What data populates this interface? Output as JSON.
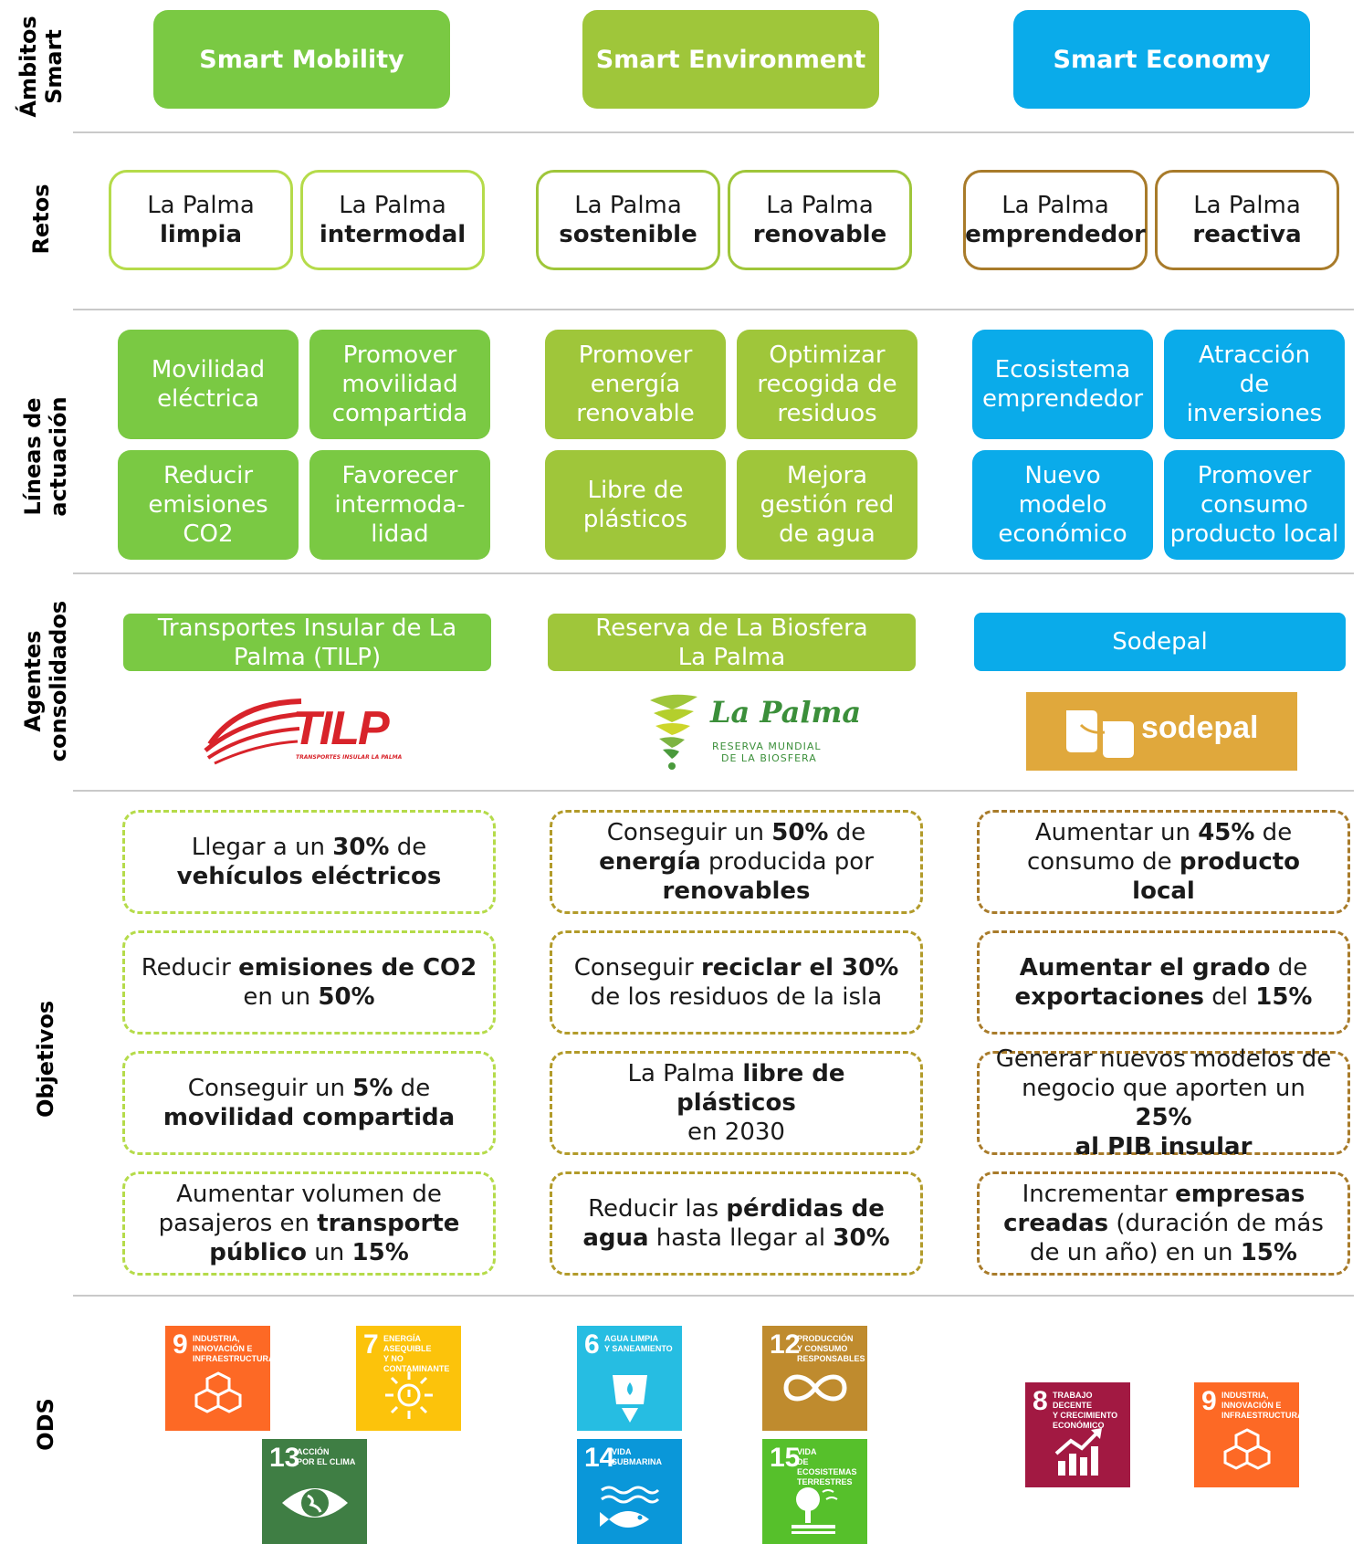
{
  "row_labels": {
    "ambitos": [
      "Ámbitos",
      "Smart"
    ],
    "retos": "Retos",
    "lineas": [
      "Líneas de",
      "actuación"
    ],
    "agentes": [
      "Agentes",
      "consolidados"
    ],
    "objetivos": "Objetivos",
    "ods": "ODS"
  },
  "colors": {
    "mobility": "#7ac943",
    "environment": "#9fc63a",
    "economy": "#0aabea",
    "reto_mobility_border": "#b5db4a",
    "reto_env_border": "#9fc63a",
    "reto_econ_border": "#a87b2a",
    "sodepal_bg": "#e0a83c"
  },
  "ambitos": [
    "Smart Mobility",
    "Smart Environment",
    "Smart Economy"
  ],
  "retos": [
    {
      "top": "La Palma",
      "bold": "limpia"
    },
    {
      "top": "La Palma",
      "bold": "intermodal"
    },
    {
      "top": "La Palma",
      "bold": "sostenible"
    },
    {
      "top": "La Palma",
      "bold": "renovable"
    },
    {
      "top": "La Palma",
      "bold": "emprendedor"
    },
    {
      "top": "La Palma",
      "bold": "reactiva"
    }
  ],
  "lineas": [
    [
      "Movilidad",
      "eléctrica"
    ],
    [
      "Promover",
      "movilidad",
      "compartida"
    ],
    [
      "Reducir",
      "emisiones",
      "CO2"
    ],
    [
      "Favorecer",
      "intermoda-",
      "lidad"
    ],
    [
      "Promover",
      "energía",
      "renovable"
    ],
    [
      "Optimizar",
      "recogida de",
      "residuos"
    ],
    [
      "Libre de",
      "plásticos"
    ],
    [
      "Mejora",
      "gestión red",
      "de agua"
    ],
    [
      "Ecosistema",
      "emprendedor"
    ],
    [
      "Atracción",
      "de",
      "inversiones"
    ],
    [
      "Nuevo modelo",
      "económico"
    ],
    [
      "Promover",
      "consumo",
      "producto local"
    ]
  ],
  "agentes": [
    {
      "lines": [
        "Transportes Insular de La",
        "Palma (TILP)"
      ],
      "logo_text": "TILP",
      "logo_sub": "TRANSPORTES INSULAR LA PALMA"
    },
    {
      "lines": [
        "Reserva de La Biosfera",
        "La Palma"
      ],
      "logo_text": "La Palma",
      "logo_sub1": "RESERVA MUNDIAL",
      "logo_sub2": "DE LA BIOSFERA"
    },
    {
      "lines": [
        "Sodepal"
      ],
      "logo_text": "sodepal"
    }
  ],
  "objetivos": [
    [
      [
        "Llegar a un ",
        "",
        "30%",
        "b",
        " de",
        ""
      ],
      [
        "vehículos eléctricos",
        "b"
      ]
    ],
    [
      [
        "Reducir ",
        "",
        "emisiones de CO2",
        "b"
      ],
      [
        "en un ",
        "",
        "50%",
        "b"
      ]
    ],
    [
      [
        "Conseguir un ",
        "",
        "5%",
        "b",
        " de",
        ""
      ],
      [
        "movilidad compartida",
        "b"
      ]
    ],
    [
      [
        "Aumentar volumen de",
        ""
      ],
      [
        "pasajeros en ",
        "",
        "transporte",
        "b"
      ],
      [
        "público",
        "b",
        " un ",
        "",
        "15%",
        "b"
      ]
    ],
    [
      [
        "Conseguir un ",
        "",
        "50%",
        "b",
        " de",
        ""
      ],
      [
        "energía",
        "b",
        " producida por",
        ""
      ],
      [
        "renovables",
        "b"
      ]
    ],
    [
      [
        "Conseguir ",
        "",
        "reciclar el 30%",
        "b"
      ],
      [
        "de los residuos de la isla",
        ""
      ]
    ],
    [
      [
        "La Palma ",
        "",
        "libre de plásticos",
        "b"
      ],
      [
        "en 2030",
        ""
      ]
    ],
    [
      [
        "Reducir las ",
        "",
        "pérdidas de",
        "b"
      ],
      [
        "agua",
        "b",
        " hasta llegar al ",
        "",
        "30%",
        "b"
      ]
    ],
    [
      [
        "Aumentar un ",
        "",
        "45%",
        "b",
        " de",
        ""
      ],
      [
        "consumo de ",
        "",
        "producto local",
        "b"
      ]
    ],
    [
      [
        "Aumentar el grado",
        "b",
        " de",
        ""
      ],
      [
        "exportaciones",
        "b",
        " del ",
        "",
        "15%",
        "b"
      ]
    ],
    [
      [
        "Generar nuevos modelos de",
        ""
      ],
      [
        "negocio que aporten un ",
        "",
        "25%",
        "b"
      ],
      [
        "al PIB insular",
        "b"
      ]
    ],
    [
      [
        "Incrementar ",
        "",
        "empresas",
        "b"
      ],
      [
        "creadas",
        "b",
        " (duración de más",
        ""
      ],
      [
        "de un año) en un ",
        "",
        "15%",
        "b"
      ]
    ]
  ],
  "ods": [
    {
      "num": "9",
      "label": [
        "INDUSTRIA,",
        "INNOVACIÓN E",
        "INFRAESTRUCTURA"
      ],
      "color": "#fd6925",
      "icon": "cubes-icon"
    },
    {
      "num": "7",
      "label": [
        "ENERGÍA ASEQUIBLE",
        "Y NO CONTAMINANTE"
      ],
      "color": "#fcc30b",
      "icon": "sun-icon"
    },
    {
      "num": "13",
      "label": [
        "ACCIÓN",
        "POR EL CLIMA"
      ],
      "color": "#3f7e44",
      "icon": "eye-globe-icon"
    },
    {
      "num": "6",
      "label": [
        "AGUA LIMPIA",
        "Y SANEAMIENTO"
      ],
      "color": "#26bde2",
      "icon": "water-icon"
    },
    {
      "num": "12",
      "label": [
        "PRODUCCIÓN",
        "Y CONSUMO",
        "RESPONSABLES"
      ],
      "color": "#bf8b2e",
      "icon": "infinity-icon"
    },
    {
      "num": "14",
      "label": [
        "VIDA",
        "SUBMARINA"
      ],
      "color": "#0a97d9",
      "icon": "fish-icon"
    },
    {
      "num": "15",
      "label": [
        "VIDA",
        "DE ECOSISTEMAS",
        "TERRESTRES"
      ],
      "color": "#56c02b",
      "icon": "tree-icon"
    },
    {
      "num": "8",
      "label": [
        "TRABAJO DECENTE",
        "Y CRECIMIENTO",
        "ECONÓMICO"
      ],
      "color": "#a21942",
      "icon": "growth-chart-icon"
    },
    {
      "num": "9",
      "label": [
        "INDUSTRIA,",
        "INNOVACIÓN E",
        "INFRAESTRUCTURA"
      ],
      "color": "#fd6925",
      "icon": "cubes-icon"
    }
  ]
}
